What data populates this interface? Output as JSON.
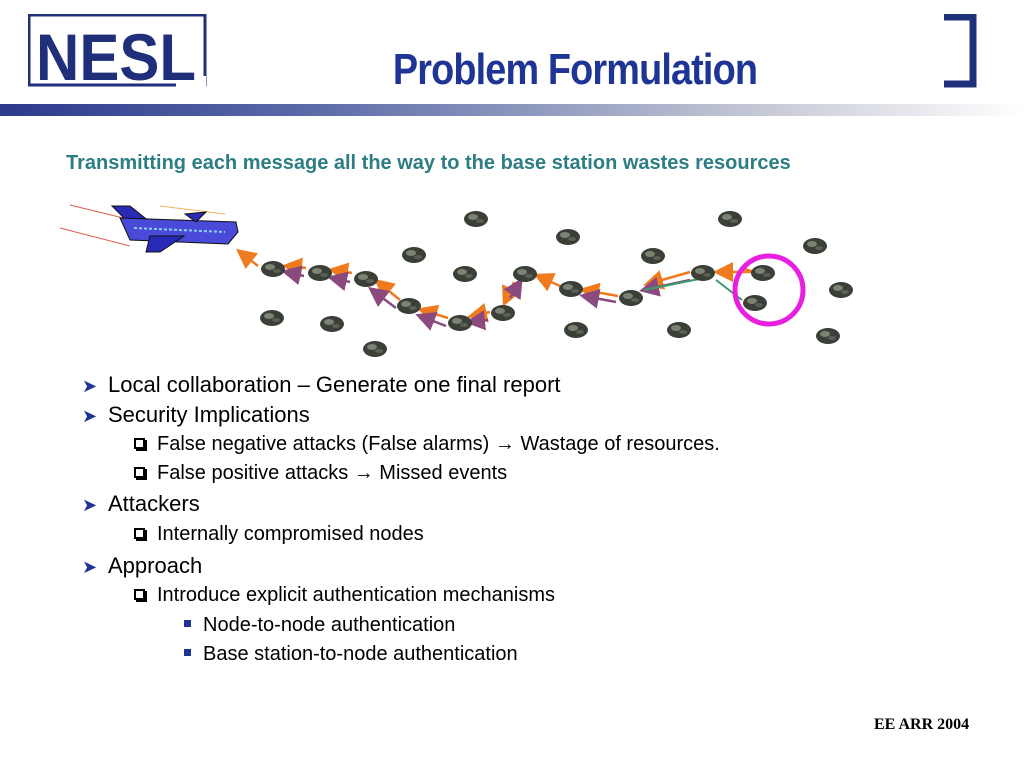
{
  "header": {
    "logo_text": "NESL",
    "title": "Problem Formulation"
  },
  "subtitle": "Transmitting each message all the way to the base station wastes resources",
  "diagram": {
    "icons": [
      "airplane-icon",
      "sensor-node-icon"
    ],
    "colors": {
      "orange_path": "#f07a1e",
      "purple_path": "#8a4a7e",
      "green_path": "#3a9a6a",
      "highlight_circle": "#e81ee0"
    }
  },
  "bullets": [
    {
      "level": 1,
      "text": "Local collaboration – Generate one final report"
    },
    {
      "level": 1,
      "text": "Security Implications"
    },
    {
      "level": 2,
      "text": "False negative attacks (False alarms) → Wastage of resources."
    },
    {
      "level": 2,
      "text": "False positive attacks → Missed events"
    },
    {
      "level": 1,
      "text": "Attackers"
    },
    {
      "level": 2,
      "text": "Internally compromised nodes"
    },
    {
      "level": 1,
      "text": "Approach"
    },
    {
      "level": 2,
      "text": "Introduce explicit authentication mechanisms"
    },
    {
      "level": 3,
      "text": "Node-to-node authentication"
    },
    {
      "level": 3,
      "text": "Base station-to-node authentication"
    }
  ],
  "footer": "EE ARR 2004"
}
